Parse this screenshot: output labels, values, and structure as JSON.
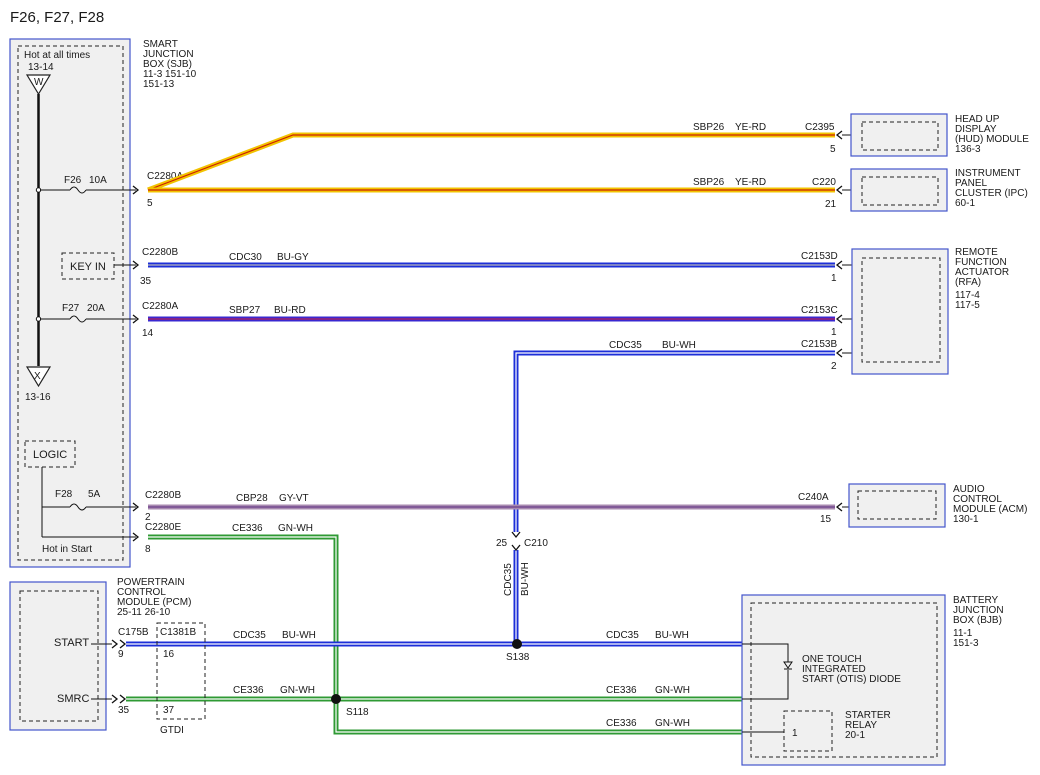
{
  "page_title": "F26, F27, F28",
  "sjb": {
    "lines": [
      "SMART",
      "JUNCTION",
      "BOX (SJB)",
      "11-3   151-10",
      "151-13"
    ],
    "hot_at_all_times": "Hot at all times",
    "ref_top": "13-14",
    "tri_top": "W",
    "tri_bottom": "X",
    "ref_bottom": "13-16",
    "key_in": "KEY IN",
    "logic": "LOGIC",
    "hot_in_start": "Hot in Start",
    "fuses": [
      {
        "name": "F26",
        "amp": "10A"
      },
      {
        "name": "F27",
        "amp": "20A"
      },
      {
        "name": "F28",
        "amp": "5A"
      }
    ]
  },
  "connectors": {
    "c2280a_top": "C2280A",
    "pin5": "5",
    "c2280b_keyin": "C2280B",
    "pin35": "35",
    "c2280a_f27": "C2280A",
    "pin14": "14",
    "c2280b_f28": "C2280B",
    "pin2": "2",
    "c2280e": "C2280E",
    "pin8": "8",
    "c2395": "C2395",
    "c2395_pin": "5",
    "c220": "C220",
    "c220_pin": "21",
    "c2153d": "C2153D",
    "c2153d_pin": "1",
    "c2153c": "C2153C",
    "c2153c_pin": "1",
    "c2153b": "C2153B",
    "c2153b_pin": "2",
    "c240a": "C240A",
    "c240a_pin": "15",
    "c210": "C210",
    "c210_pin": "25",
    "c175b": "C175B",
    "c175b_pin": "9",
    "smrc_pin": "35",
    "c1381b": "C1381B",
    "c1381b_pin1": "16",
    "c1381b_pin2": "37",
    "gtdi": "GTDI",
    "splice_s138": "S138",
    "splice_s118": "S118",
    "relay_pin": "1"
  },
  "wires": {
    "w1_circuit": "SBP26",
    "w1_color": "YE-RD",
    "w2_circuit": "SBP26",
    "w2_color": "YE-RD",
    "w3_circuit": "CDC30",
    "w3_color": "BU-GY",
    "w4_circuit": "SBP27",
    "w4_color": "BU-RD",
    "w5_circuit": "CDC35",
    "w5_color": "BU-WH",
    "w6_circuit": "CBP28",
    "w6_color": "GY-VT",
    "w7_circuit": "CE336",
    "w7_color": "GN-WH",
    "vert_circuit": "CDC35",
    "vert_color": "BU-WH",
    "pcm_cdc_circuit": "CDC35",
    "pcm_cdc_color": "BU-WH",
    "bjb_cdc_circuit": "CDC35",
    "bjb_cdc_color": "BU-WH",
    "pcm_ce_circuit": "CE336",
    "pcm_ce_color": "GN-WH",
    "bjb_ce_circuit": "CE336",
    "bjb_ce_color": "GN-WH",
    "relay_ce_circuit": "CE336",
    "relay_ce_color": "GN-WH"
  },
  "modules": {
    "hud": [
      "HEAD UP",
      "DISPLAY",
      "(HUD) MODULE",
      "136-3"
    ],
    "ipc": [
      "INSTRUMENT",
      "PANEL",
      "CLUSTER (IPC)",
      "60-1"
    ],
    "rfa": [
      "REMOTE",
      "FUNCTION",
      "ACTUATOR",
      "(RFA)",
      "117-4",
      "117-5"
    ],
    "acm": [
      "AUDIO",
      "CONTROL",
      "MODULE (ACM)",
      "130-1"
    ],
    "pcm": [
      "POWERTRAIN",
      "CONTROL",
      "MODULE (PCM)",
      "25-11   26-10"
    ],
    "pcm_start": "START",
    "pcm_smrc": "SMRC",
    "bjb": [
      "BATTERY",
      "JUNCTION",
      "BOX (BJB)",
      "11-1",
      "151-3"
    ],
    "otis": [
      "ONE TOUCH",
      "INTEGRATED",
      "START (OTIS) DIODE"
    ],
    "relay": [
      "STARTER",
      "RELAY",
      "20-1"
    ]
  },
  "colors": {
    "yellow": "#f2c300",
    "red_tracer": "#cc2200",
    "blue": "#1d2fd8",
    "blue_red": "#5522bb",
    "gray_violet": "#a88ab0",
    "green": "#2f9a34",
    "white_tracer": "#ffffff",
    "box_border": "#4455cc",
    "module_fill": "#f0f0f0"
  }
}
